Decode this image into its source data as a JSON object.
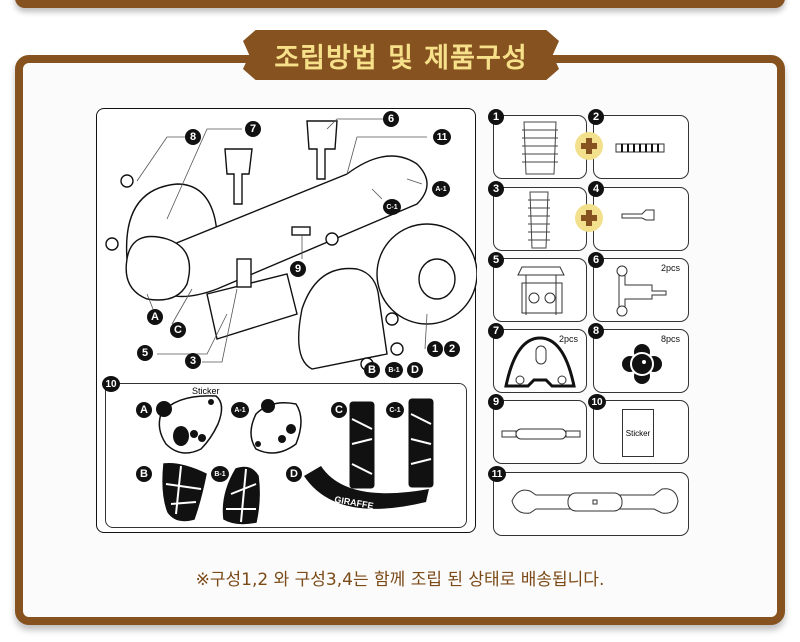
{
  "header": {
    "title": "조립방법 및 제품구성"
  },
  "diagram": {
    "callouts": [
      "1",
      "2",
      "3",
      "5",
      "6",
      "7",
      "8",
      "9",
      "11"
    ],
    "letter_labels": [
      "A",
      "A-1",
      "B",
      "B-1",
      "C",
      "C-1",
      "D"
    ],
    "sticker_panel": {
      "number": "10",
      "title": "Sticker",
      "labels": [
        "A",
        "A-1",
        "B",
        "B-1",
        "C",
        "C-1",
        "D"
      ],
      "banner_text": "GIRAFFE"
    }
  },
  "parts": [
    {
      "number": "1",
      "name": "spring-large",
      "qty": ""
    },
    {
      "number": "2",
      "name": "ring-gear",
      "qty": ""
    },
    {
      "number": "3",
      "name": "spring-small",
      "qty": ""
    },
    {
      "number": "4",
      "name": "bolt",
      "qty": ""
    },
    {
      "number": "5",
      "name": "base-block",
      "qty": ""
    },
    {
      "number": "6",
      "name": "handle",
      "qty": "2pcs"
    },
    {
      "number": "7",
      "name": "side-plate",
      "qty": "2pcs"
    },
    {
      "number": "8",
      "name": "knob-nut",
      "qty": "8pcs"
    },
    {
      "number": "9",
      "name": "axle-rod",
      "qty": ""
    },
    {
      "number": "10",
      "name": "sticker-sheet",
      "qty": "",
      "label": "Sticker"
    },
    {
      "number": "11",
      "name": "seat-beam",
      "qty": ""
    }
  ],
  "plus_icons": [
    "plus-1-2",
    "plus-3-4"
  ],
  "footer": {
    "note": "※구성1,2 와 구성3,4는 함께 조립 된 상태로 배송됩니다."
  },
  "colors": {
    "frame_brown": "#855220",
    "title_yellow": "#f7e08a",
    "plus_bg": "#f3e08c",
    "note_text": "#7b4a17"
  }
}
